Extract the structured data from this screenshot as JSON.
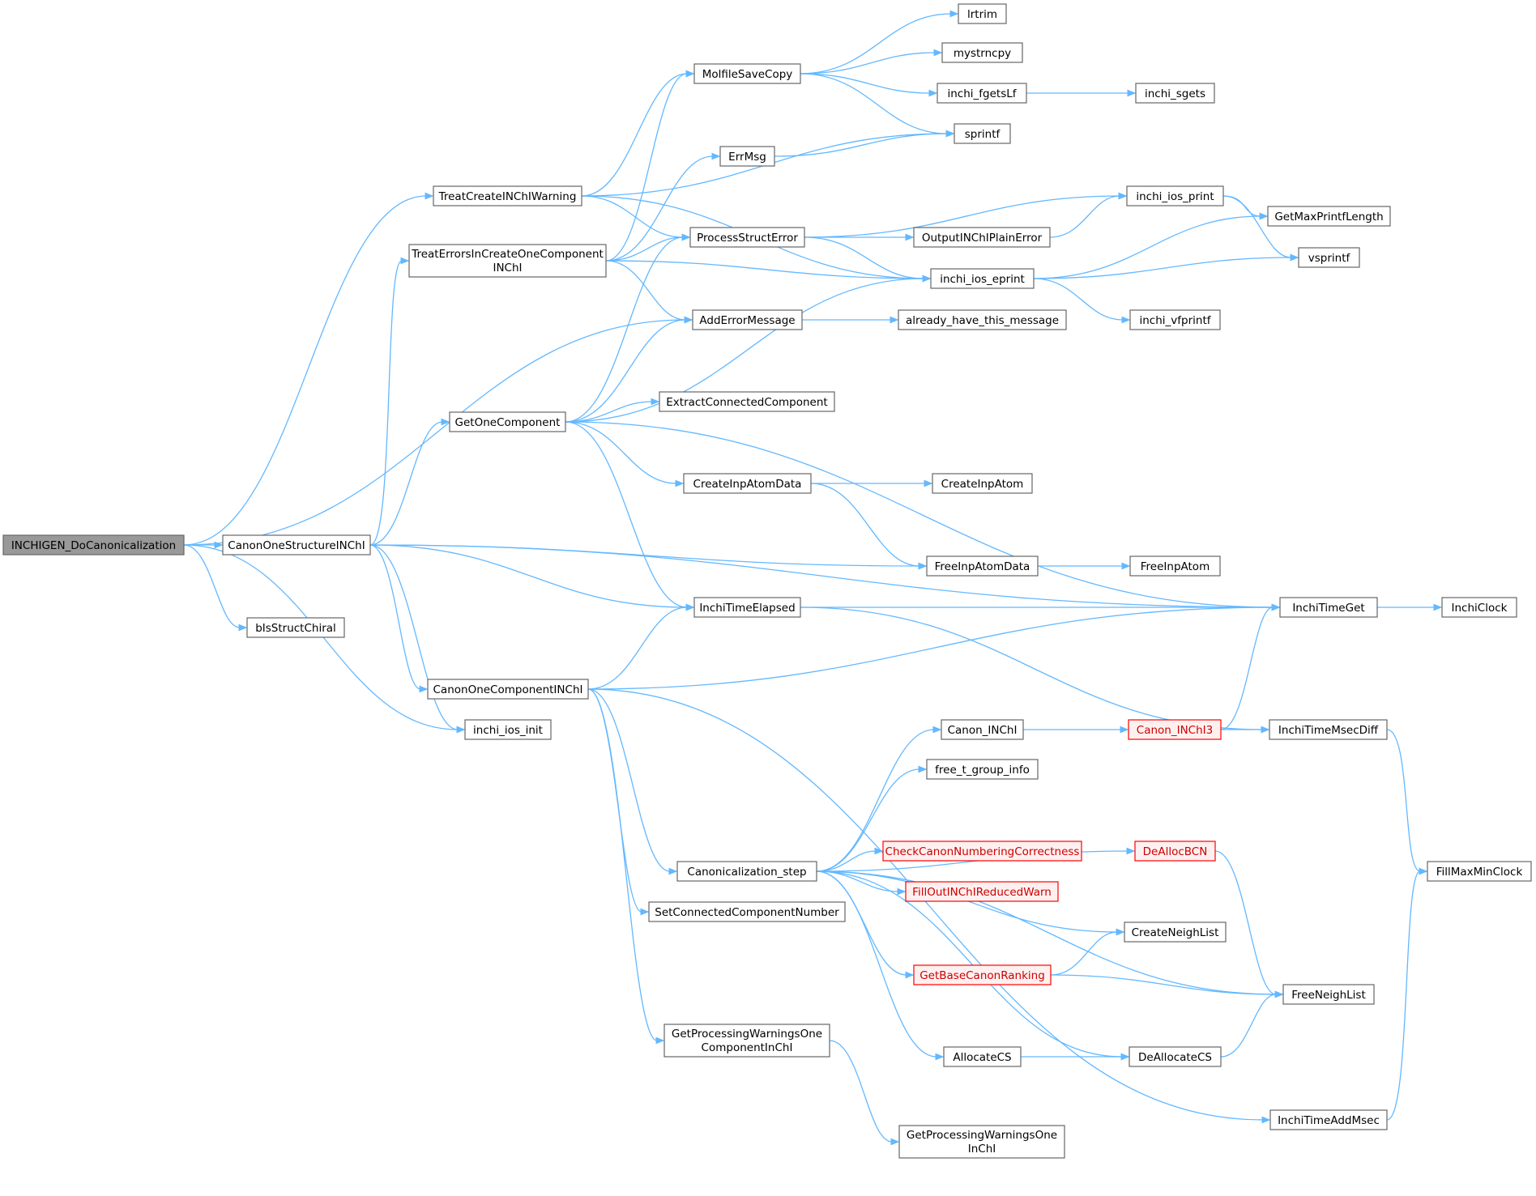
{
  "colors": {
    "edge": "#63b8ff",
    "node_border": "#666666",
    "root_fill": "#999999",
    "highlight_border": "#ff0000",
    "highlight_fill": "#fff0f0"
  },
  "nodes": {
    "root": {
      "label": "INCHIGEN_DoCanonicalization"
    },
    "treatCreate": {
      "label": "TreatCreateINChIWarning"
    },
    "treatErrors": {
      "lines": [
        "TreatErrorsInCreateOneComponent",
        "INChI"
      ]
    },
    "canonOneStructure": {
      "label": "CanonOneStructureINChI"
    },
    "bIsStructChiral": {
      "label": "bIsStructChiral"
    },
    "inchiIosInit": {
      "label": "inchi_ios_init"
    },
    "getOneComponent": {
      "label": "GetOneComponent"
    },
    "canonOneComponent": {
      "label": "CanonOneComponentINChI"
    },
    "molfileSaveCopy": {
      "label": "MolfileSaveCopy"
    },
    "errMsg": {
      "label": "ErrMsg"
    },
    "processStructError": {
      "label": "ProcessStructError"
    },
    "addErrorMessage": {
      "label": "AddErrorMessage"
    },
    "extractConnected": {
      "label": "ExtractConnectedComponent"
    },
    "createInpAtomData": {
      "label": "CreateInpAtomData"
    },
    "inchiTimeElapsed": {
      "label": "InchiTimeElapsed"
    },
    "canonicalizationStep": {
      "label": "Canonicalization_step"
    },
    "setConnected": {
      "label": "SetConnectedComponentNumber"
    },
    "getProcWarnComp": {
      "lines": [
        "GetProcessingWarningsOne",
        "ComponentInChI"
      ]
    },
    "lrtrim": {
      "label": "lrtrim"
    },
    "mystrncpy": {
      "label": "mystrncpy"
    },
    "inchiFgetsLf": {
      "label": "inchi_fgetsLf"
    },
    "sprintf": {
      "label": "sprintf"
    },
    "outputPlainError": {
      "label": "OutputINChIPlainError"
    },
    "inchiIosEprint": {
      "label": "inchi_ios_eprint"
    },
    "alreadyHave": {
      "label": "already_have_this_message"
    },
    "createInpAtom": {
      "label": "CreateInpAtom"
    },
    "freeInpAtomData": {
      "label": "FreeInpAtomData"
    },
    "canonInchi": {
      "label": "Canon_INChI"
    },
    "freeTGroup": {
      "label": "free_t_group_info"
    },
    "checkCanon": {
      "label": "CheckCanonNumberingCorrectness"
    },
    "fillOut": {
      "label": "FillOutINChIReducedWarn"
    },
    "getBaseCanon": {
      "label": "GetBaseCanonRanking"
    },
    "allocateCS": {
      "label": "AllocateCS"
    },
    "getProcWarnInchi": {
      "lines": [
        "GetProcessingWarningsOne",
        "InChI"
      ]
    },
    "inchiSgets": {
      "label": "inchi_sgets"
    },
    "inchiIosPrint": {
      "label": "inchi_ios_print"
    },
    "inchiVfprintf": {
      "label": "inchi_vfprintf"
    },
    "freeInpAtom": {
      "label": "FreeInpAtom"
    },
    "canonInchi3": {
      "label": "Canon_INChI3"
    },
    "deAllocBCN": {
      "label": "DeAllocBCN"
    },
    "createNeighList": {
      "label": "CreateNeighList"
    },
    "deAllocateCS": {
      "label": "DeAllocateCS"
    },
    "getMaxPrintf": {
      "label": "GetMaxPrintfLength"
    },
    "vsprintf": {
      "label": "vsprintf"
    },
    "inchiTimeGet": {
      "label": "InchiTimeGet"
    },
    "inchiTimeMsecDiff": {
      "label": "InchiTimeMsecDiff"
    },
    "freeNeighList": {
      "label": "FreeNeighList"
    },
    "inchiTimeAddMsec": {
      "label": "InchiTimeAddMsec"
    },
    "inchiClock": {
      "label": "InchiClock"
    },
    "fillMaxMinClock": {
      "label": "FillMaxMinClock"
    }
  },
  "edges": [
    [
      "root",
      "treatCreate"
    ],
    [
      "root",
      "addErrorMessage"
    ],
    [
      "root",
      "canonOneStructure"
    ],
    [
      "root",
      "bIsStructChiral"
    ],
    [
      "root",
      "inchiIosInit"
    ],
    [
      "treatCreate",
      "molfileSaveCopy"
    ],
    [
      "treatCreate",
      "sprintf"
    ],
    [
      "treatCreate",
      "processStructError"
    ],
    [
      "treatCreate",
      "inchiIosEprint"
    ],
    [
      "treatErrors",
      "molfileSaveCopy"
    ],
    [
      "treatErrors",
      "errMsg"
    ],
    [
      "treatErrors",
      "processStructError"
    ],
    [
      "treatErrors",
      "addErrorMessage"
    ],
    [
      "treatErrors",
      "inchiIosEprint"
    ],
    [
      "canonOneStructure",
      "treatErrors"
    ],
    [
      "canonOneStructure",
      "getOneComponent"
    ],
    [
      "canonOneStructure",
      "inchiTimeGet"
    ],
    [
      "canonOneStructure",
      "freeInpAtomData"
    ],
    [
      "canonOneStructure",
      "inchiTimeElapsed"
    ],
    [
      "canonOneStructure",
      "inchiIosInit"
    ],
    [
      "canonOneStructure",
      "canonOneComponent"
    ],
    [
      "getOneComponent",
      "processStructError"
    ],
    [
      "getOneComponent",
      "addErrorMessage"
    ],
    [
      "getOneComponent",
      "inchiIosEprint"
    ],
    [
      "getOneComponent",
      "extractConnected"
    ],
    [
      "getOneComponent",
      "createInpAtomData"
    ],
    [
      "getOneComponent",
      "inchiTimeElapsed"
    ],
    [
      "getOneComponent",
      "inchiTimeGet"
    ],
    [
      "canonOneComponent",
      "inchiTimeElapsed"
    ],
    [
      "canonOneComponent",
      "inchiTimeGet"
    ],
    [
      "canonOneComponent",
      "canonicalizationStep"
    ],
    [
      "canonOneComponent",
      "setConnected"
    ],
    [
      "canonOneComponent",
      "getProcWarnComp"
    ],
    [
      "canonOneComponent",
      "inchiTimeAddMsec"
    ],
    [
      "molfileSaveCopy",
      "lrtrim"
    ],
    [
      "molfileSaveCopy",
      "mystrncpy"
    ],
    [
      "molfileSaveCopy",
      "inchiFgetsLf"
    ],
    [
      "molfileSaveCopy",
      "sprintf"
    ],
    [
      "inchiFgetsLf",
      "inchiSgets"
    ],
    [
      "errMsg",
      "sprintf"
    ],
    [
      "processStructError",
      "inchiIosPrint"
    ],
    [
      "processStructError",
      "outputPlainError"
    ],
    [
      "processStructError",
      "inchiIosEprint"
    ],
    [
      "outputPlainError",
      "inchiIosPrint"
    ],
    [
      "inchiIosPrint",
      "getMaxPrintf"
    ],
    [
      "inchiIosPrint",
      "vsprintf"
    ],
    [
      "inchiIosEprint",
      "getMaxPrintf"
    ],
    [
      "inchiIosEprint",
      "vsprintf"
    ],
    [
      "inchiIosEprint",
      "inchiVfprintf"
    ],
    [
      "addErrorMessage",
      "alreadyHave"
    ],
    [
      "createInpAtomData",
      "createInpAtom"
    ],
    [
      "createInpAtomData",
      "freeInpAtomData"
    ],
    [
      "freeInpAtomData",
      "freeInpAtom"
    ],
    [
      "inchiTimeElapsed",
      "inchiTimeGet"
    ],
    [
      "inchiTimeElapsed",
      "inchiTimeMsecDiff"
    ],
    [
      "inchiTimeGet",
      "inchiClock"
    ],
    [
      "canonicalizationStep",
      "canonInchi"
    ],
    [
      "canonicalizationStep",
      "freeTGroup"
    ],
    [
      "canonicalizationStep",
      "deAllocBCN"
    ],
    [
      "canonicalizationStep",
      "checkCanon"
    ],
    [
      "canonicalizationStep",
      "fillOut"
    ],
    [
      "canonicalizationStep",
      "createNeighList"
    ],
    [
      "canonicalizationStep",
      "getBaseCanon"
    ],
    [
      "canonicalizationStep",
      "freeNeighList"
    ],
    [
      "canonicalizationStep",
      "allocateCS"
    ],
    [
      "canonicalizationStep",
      "deAllocateCS"
    ],
    [
      "canonInchi",
      "canonInchi3"
    ],
    [
      "canonInchi3",
      "inchiTimeGet"
    ],
    [
      "canonInchi3",
      "inchiTimeMsecDiff"
    ],
    [
      "inchiTimeMsecDiff",
      "fillMaxMinClock"
    ],
    [
      "deAllocBCN",
      "freeNeighList"
    ],
    [
      "getBaseCanon",
      "createNeighList"
    ],
    [
      "getBaseCanon",
      "freeNeighList"
    ],
    [
      "allocateCS",
      "deAllocateCS"
    ],
    [
      "deAllocateCS",
      "freeNeighList"
    ],
    [
      "getProcWarnComp",
      "getProcWarnInchi"
    ],
    [
      "inchiTimeAddMsec",
      "fillMaxMinClock"
    ]
  ]
}
